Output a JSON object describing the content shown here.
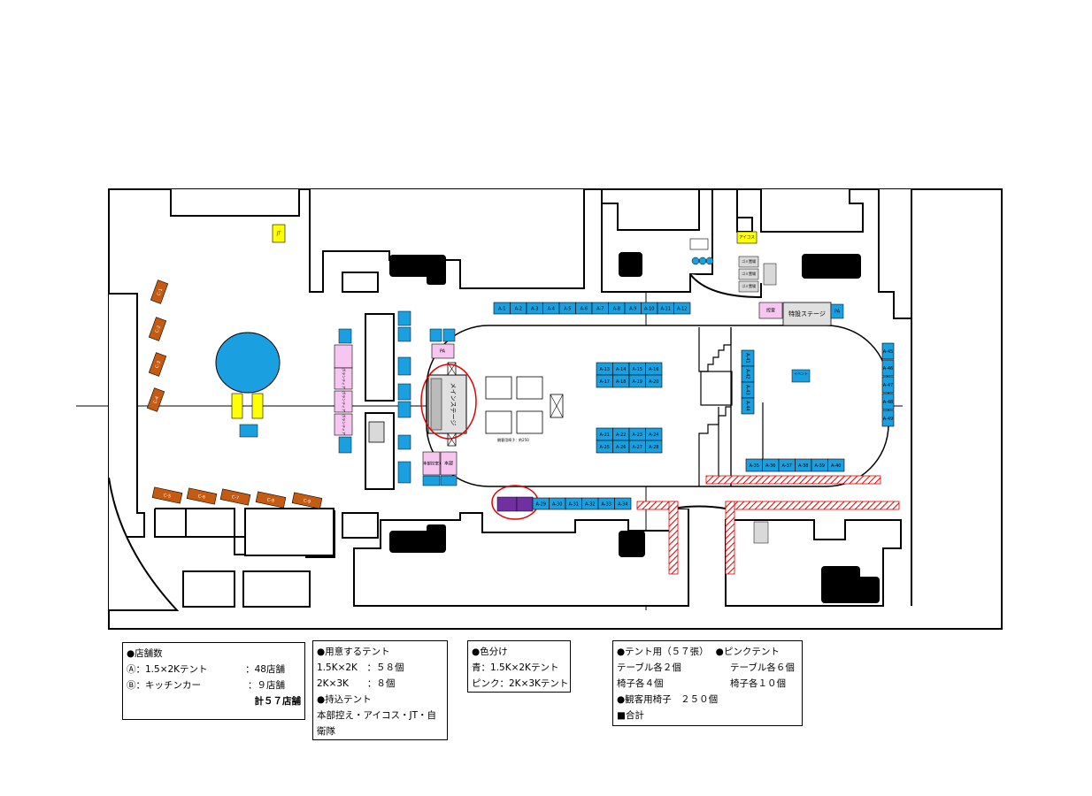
{
  "stalls_a_top": [
    "A-1",
    "A-2",
    "A-3",
    "A-4",
    "A-5",
    "A-6",
    "A-7",
    "A-8",
    "A-9",
    "A-10",
    "A-11",
    "A-12"
  ],
  "stalls_a_mid_upper": [
    "A-13",
    "A-14",
    "A-15",
    "A-16",
    "A-17",
    "A-18",
    "A-19",
    "A-20"
  ],
  "stalls_a_mid_lower": [
    "A-21",
    "A-22",
    "A-23",
    "A-24",
    "A-25",
    "A-26",
    "A-27",
    "A-28"
  ],
  "stalls_a_bottom": [
    "A-29",
    "A-30",
    "A-31",
    "A-32",
    "A-33",
    "A-34"
  ],
  "stalls_a_right_col": [
    "A-41",
    "A-42",
    "A-43",
    "A-44"
  ],
  "stalls_a_right_bottom": [
    "A-35",
    "A-36",
    "A-37",
    "A-38",
    "A-39",
    "A-40"
  ],
  "stalls_a_far_right": [
    "A-45",
    "A-46",
    "A-47",
    "A-48",
    "A-49"
  ],
  "kitchen_cars": [
    "C-1",
    "C-2",
    "C-3",
    "C-4",
    "C-5",
    "C-6",
    "C-7",
    "C-8",
    "C-9"
  ],
  "colors": {
    "blue": "#1aa0e0",
    "pink": "#f7c6f0",
    "yellow": "#ffff00",
    "brown": "#c55a11",
    "purple": "#7030a0",
    "hatch": "#ff0000",
    "gray": "#d9d9d9",
    "black": "#000000"
  },
  "map_labels": {
    "main_stage": "メインステージ",
    "special_stage": "特設ステージ",
    "pa": "PA",
    "waiting": "控室",
    "hq": "本部",
    "hq_waiting": "本部控室",
    "jt": "JT",
    "iqos": "アイコス",
    "volunteer": "ボランティア",
    "reception": "受付",
    "note_seats": "観客用椅子：約250",
    "event": "イベント",
    "trash": "ゴミ置場"
  },
  "legend": {
    "stores": {
      "title": "●店舗数",
      "line1_label": "Ⓐ：1.5×2Kテント",
      "line1_value": "：48店舗",
      "line2_label": "Ⓑ：キッチンカー",
      "line2_value": "：９店舗",
      "total": "計５７店舗"
    },
    "tents": {
      "title": "●用意するテント",
      "line1": "1.5K×2K　：５８個",
      "line2": "2K×3K　　：８個",
      "title2": "●持込テント",
      "line3": "本部控え・アイコス・JT・自",
      "line4": "衛隊"
    },
    "colors_box": {
      "title": "●色分け",
      "line1": "青：1.5K×2Kテント",
      "line2": "ピンク：2K×3Kテント"
    },
    "equipment": {
      "col1_title": "●テント用（５７張）",
      "col1_l1": "テーブル各２個",
      "col1_l2": "椅子各４個",
      "col2_title": "●ピンクテント",
      "col2_l1": "テーブル各６個",
      "col2_l2": "椅子各１０個",
      "seats": "●観客用椅子　２５０個",
      "total": "■合計"
    }
  }
}
